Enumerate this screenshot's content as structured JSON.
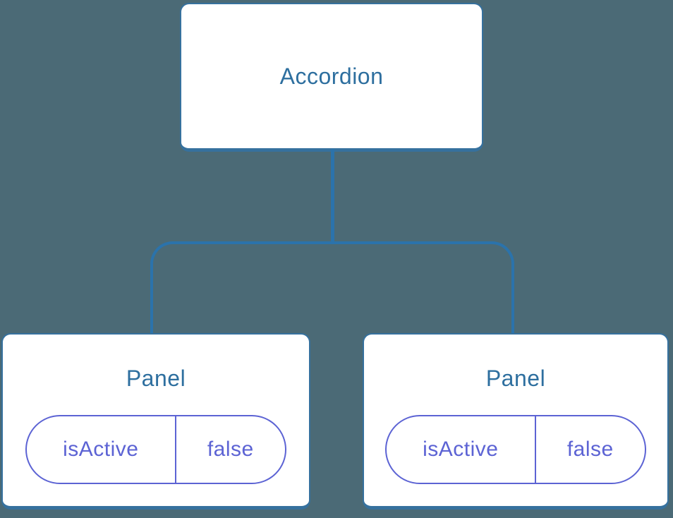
{
  "theme": {
    "background": "#4b6a76",
    "connector_color": "#2b73ab",
    "card_border_color": "#36719e",
    "card_background": "#ffffff",
    "label_color": "#2e6f9f",
    "prop_color": "#5c63d4"
  },
  "tree": {
    "root": {
      "label": "Accordion"
    },
    "children": [
      {
        "label": "Panel",
        "props": [
          {
            "name": "isActive",
            "value": "false"
          }
        ]
      },
      {
        "label": "Panel",
        "props": [
          {
            "name": "isActive",
            "value": "false"
          }
        ]
      }
    ]
  }
}
